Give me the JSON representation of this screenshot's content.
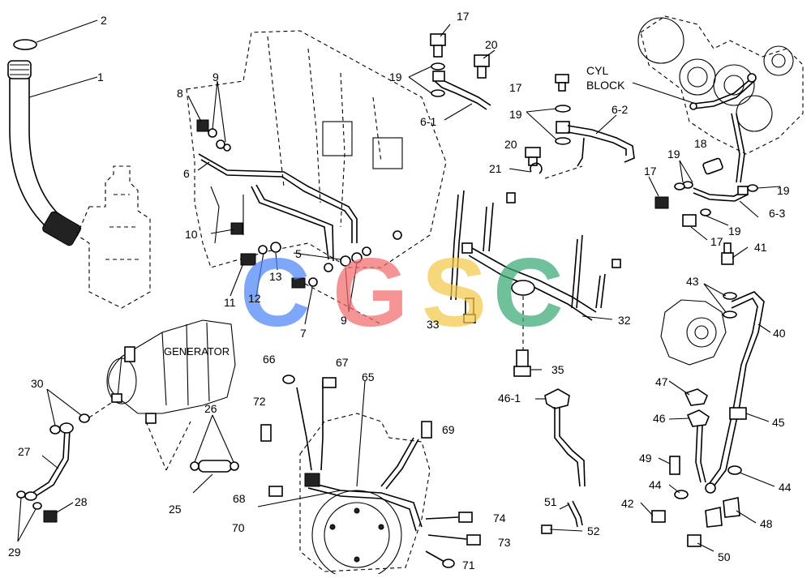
{
  "diagram": {
    "labels": {
      "l1": "1",
      "l2": "2",
      "l5": "5",
      "l6": "6",
      "l7": "7",
      "l8": "8",
      "l9a": "9",
      "l9b": "9",
      "l10": "10",
      "l11": "11",
      "l12": "12",
      "l13": "13",
      "l17a": "17",
      "l17b": "17",
      "l17c": "17",
      "l17d": "17",
      "l18": "18",
      "l19a": "19",
      "l19b": "19",
      "l19c": "19",
      "l19d": "19",
      "l19e": "19",
      "l20a": "20",
      "l20b": "20",
      "l21": "21",
      "l61": "6-1",
      "l62": "6-2",
      "l63": "6-3",
      "l25": "25",
      "l26": "26",
      "l27": "27",
      "l28": "28",
      "l29": "29",
      "l30": "30",
      "l32": "32",
      "l33": "33",
      "l35": "35",
      "l40": "40",
      "l41": "41",
      "l42": "42",
      "l43": "43",
      "l44a": "44",
      "l44b": "44",
      "l45": "45",
      "l46": "46",
      "l461": "46-1",
      "l47": "47",
      "l48": "48",
      "l49": "49",
      "l50": "50",
      "l51": "51",
      "l52": "52",
      "l65": "65",
      "l66": "66",
      "l67": "67",
      "l68": "68",
      "l69": "69",
      "l70": "70",
      "l71": "71",
      "l72": "72",
      "l73": "73",
      "l74": "74"
    },
    "callouts": {
      "cyl_block_1": "CYL",
      "cyl_block_2": "BLOCK",
      "generator": "GENERATOR"
    },
    "watermark": {
      "letters": [
        "C",
        "G",
        "S",
        "C"
      ],
      "colors": [
        "#4f86f7",
        "#f06b6b",
        "#f5c84a",
        "#3aa876"
      ]
    }
  }
}
